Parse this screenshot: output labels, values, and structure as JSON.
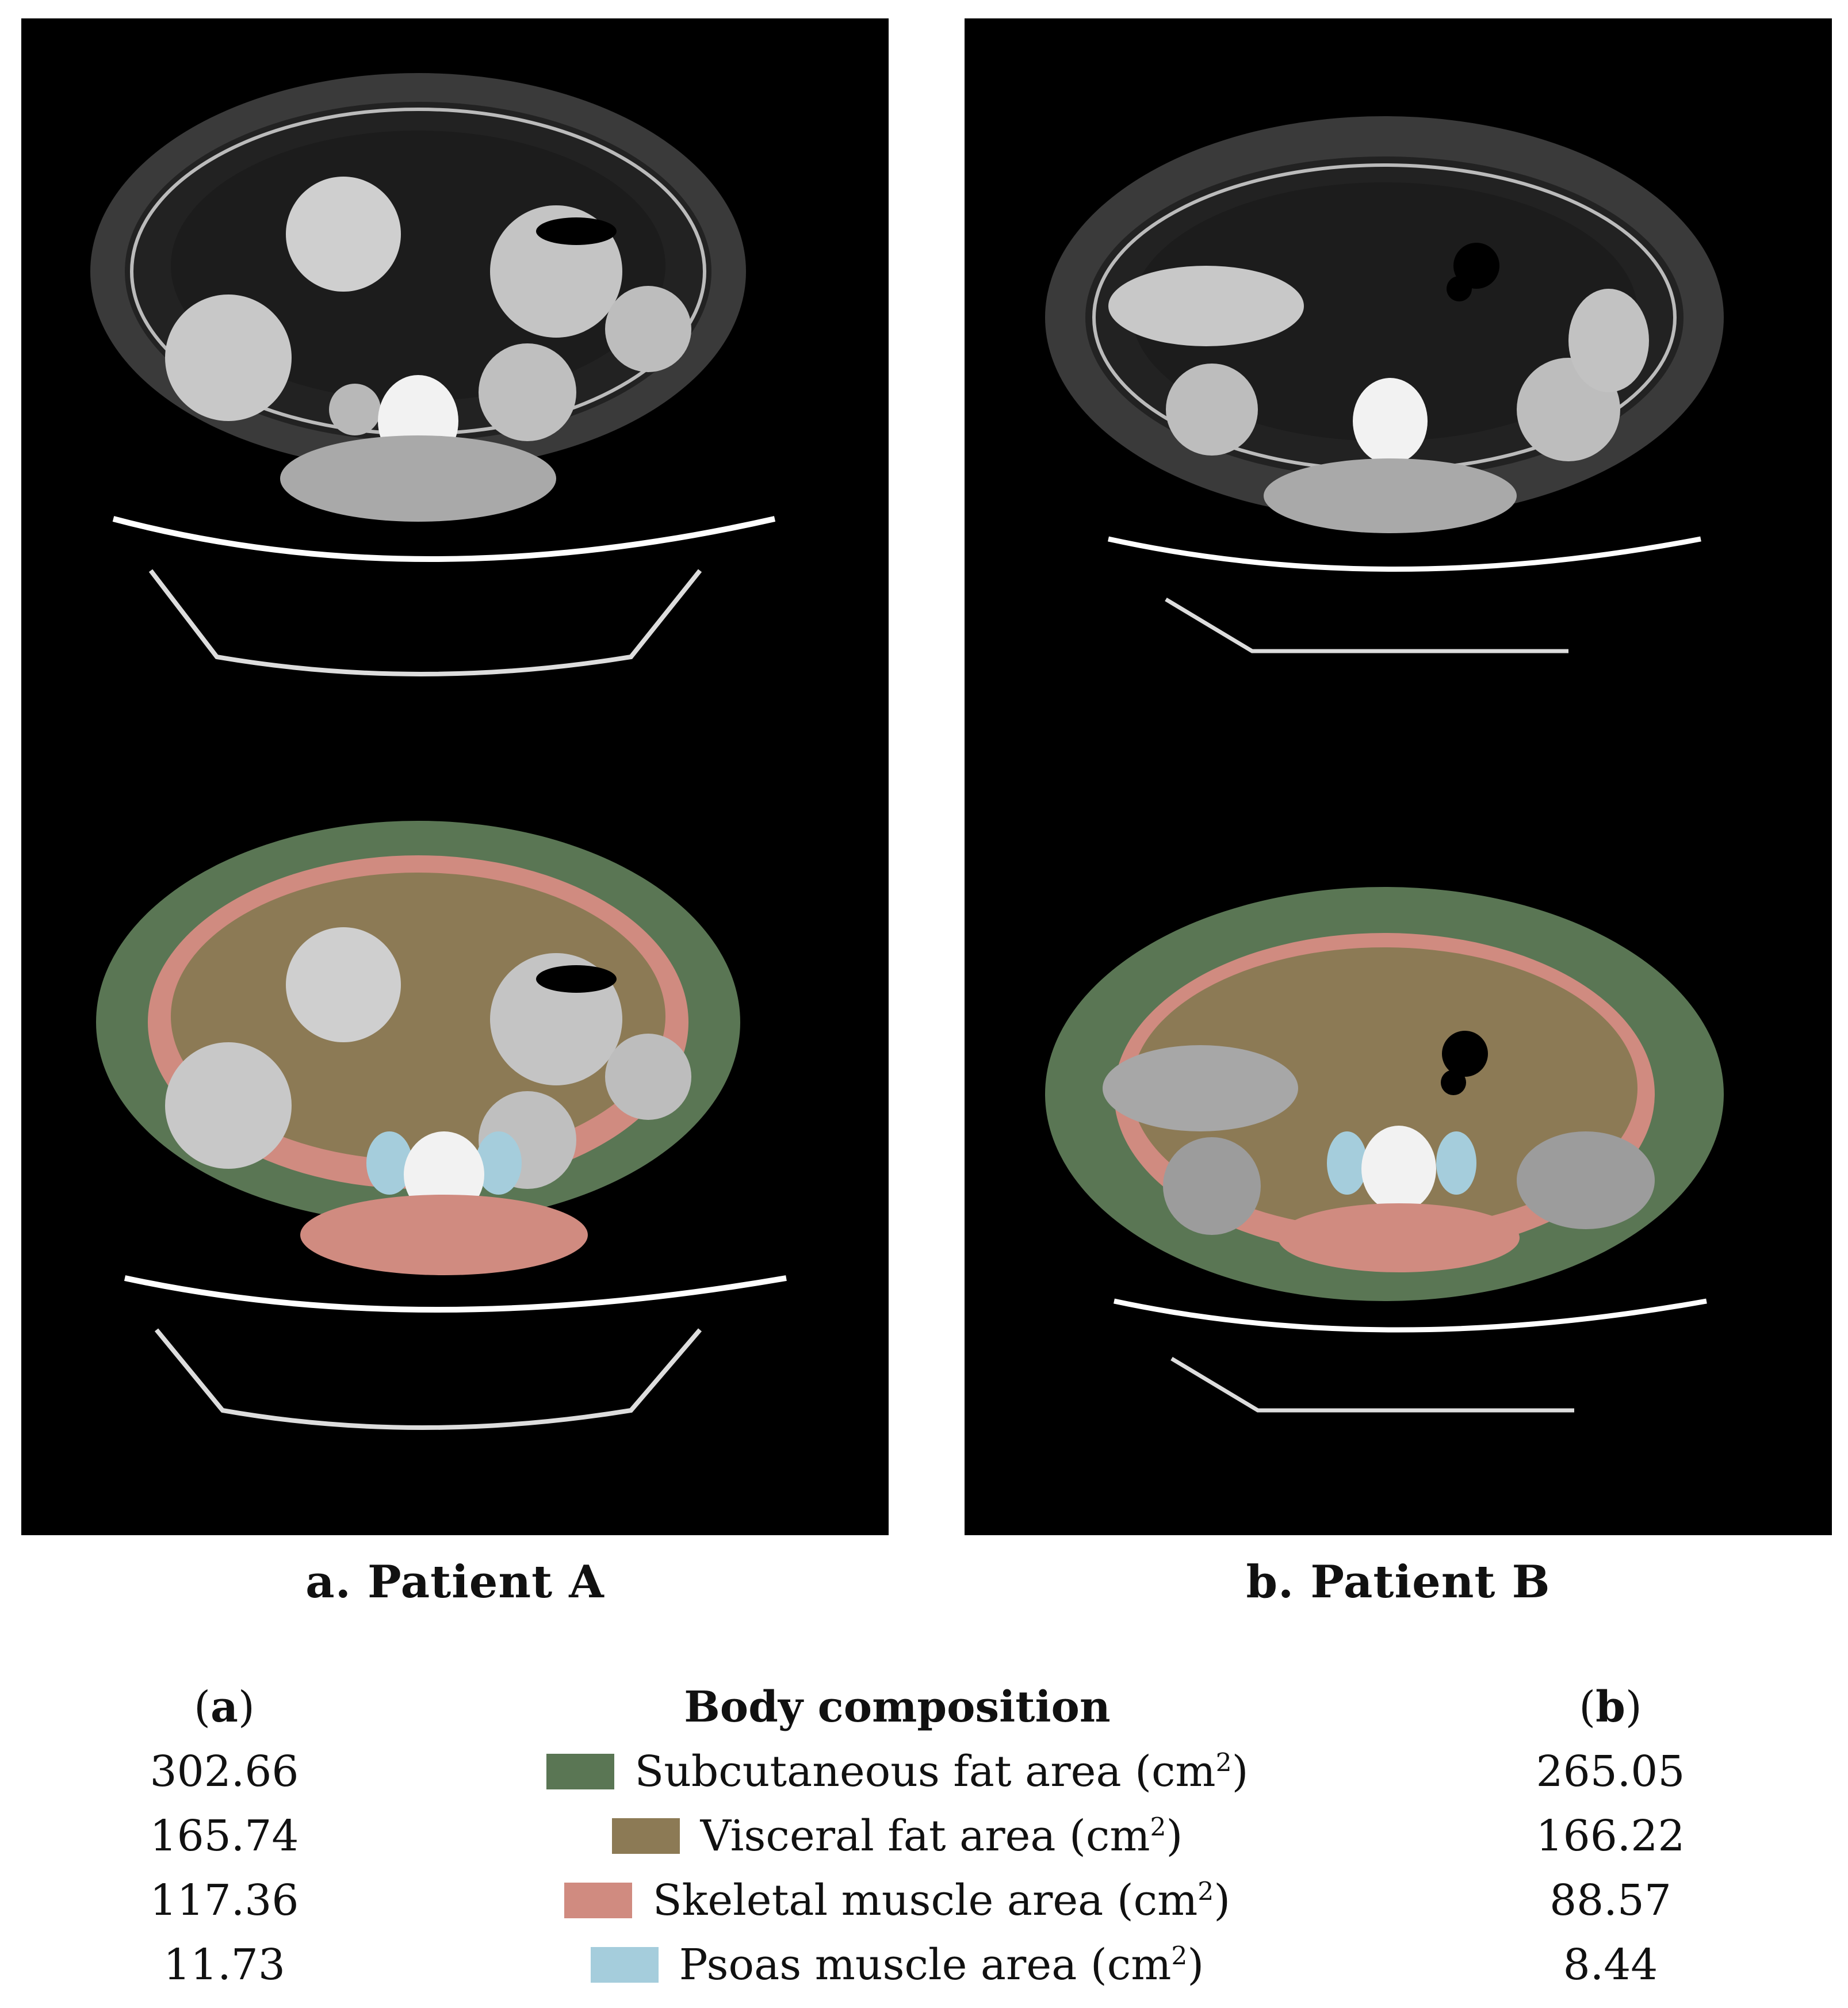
{
  "panels": [
    {
      "id": "a",
      "caption": "a. Patient A"
    },
    {
      "id": "b",
      "caption": "b. Patient B"
    }
  ],
  "table": {
    "header": {
      "col_a_prefix": "(",
      "col_a": "a",
      "col_a_suffix": ")",
      "title": "Body composition",
      "col_b_prefix": "(",
      "col_b": "b",
      "col_b_suffix": ")"
    },
    "rows": [
      {
        "label": "Subcutaneous fat area",
        "unit_base": "(cm",
        "unit_sup": "2",
        "unit_end": ")",
        "value_a": "302.66",
        "value_b": "265.05",
        "color": "#5a7654"
      },
      {
        "label": "Visceral fat area",
        "unit_base": "(cm",
        "unit_sup": "2",
        "unit_end": ")",
        "value_a": "165.74",
        "value_b": "166.22",
        "color": "#8c7a55"
      },
      {
        "label": "Skeletal muscle area",
        "unit_base": "(cm",
        "unit_sup": "2",
        "unit_end": ")",
        "value_a": "117.36",
        "value_b": "88.57",
        "color": "#d08b80"
      },
      {
        "label": "Psoas muscle area",
        "unit_base": "(cm",
        "unit_sup": "2",
        "unit_end": ")",
        "value_a": "11.73",
        "value_b": "8.44",
        "color": "#a5cddc"
      }
    ]
  }
}
